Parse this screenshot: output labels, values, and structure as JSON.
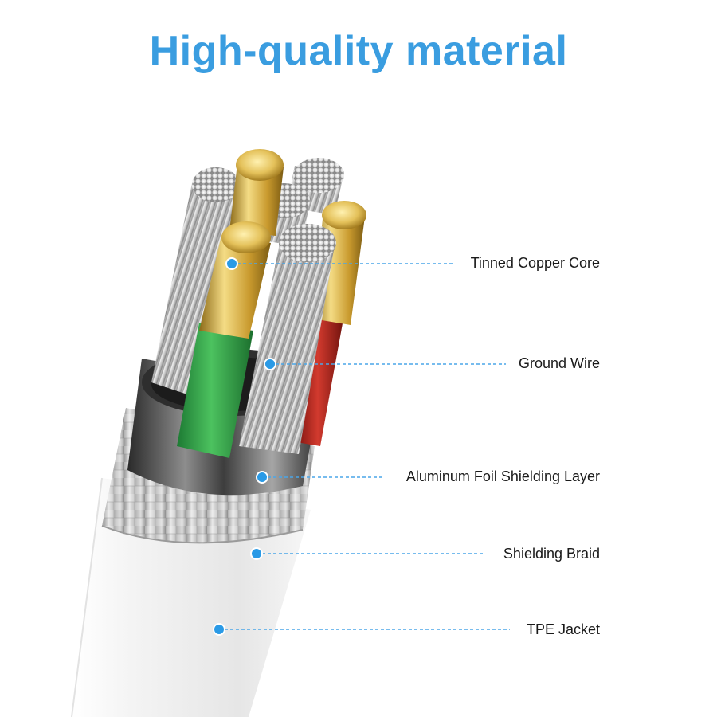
{
  "title": "High-quality material",
  "colors": {
    "title": "#3a9de0",
    "marker": "#2a9ae6",
    "leader_line": "#4aa6e8",
    "jacket": "#f2f2f2",
    "gold": "#d6b347",
    "green_insulation": "#2fa84a",
    "red_insulation": "#b5271e",
    "aluminum_band": "#3a3a3a",
    "strand_silver": "#d9d9d9"
  },
  "callouts": [
    {
      "label": "Tinned Copper Core"
    },
    {
      "label": "Ground Wire"
    },
    {
      "label": "Aluminum Foil Shielding Layer"
    },
    {
      "label": "Shielding Braid"
    },
    {
      "label": "TPE Jacket"
    }
  ]
}
